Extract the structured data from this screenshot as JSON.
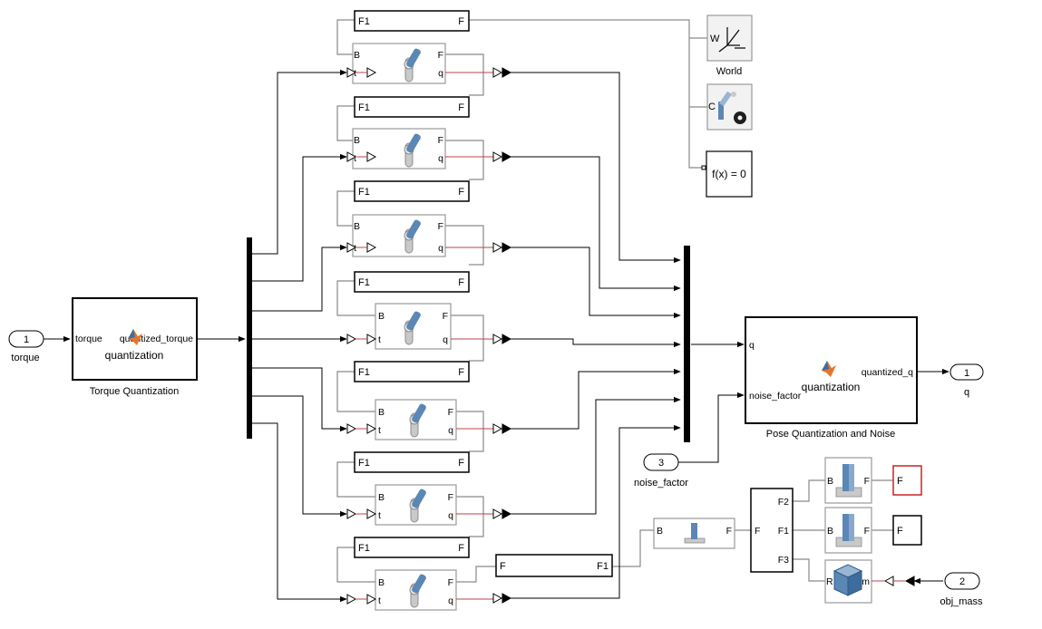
{
  "inports": [
    {
      "number": "1",
      "name": "torque"
    },
    {
      "number": "3",
      "name": "noise_factor"
    },
    {
      "number": "2",
      "name": "obj_mass"
    }
  ],
  "outports": [
    {
      "number": "1",
      "name": "q"
    }
  ],
  "torque_quantization": {
    "block_name": "Torque Quantization",
    "function_name": "quantization",
    "input_port": "torque",
    "output_port": "quantized_torque"
  },
  "pose_quantization": {
    "block_name": "Pose Quantization and Noise",
    "function_name": "quantization",
    "input_q": "q",
    "input_noise": "noise_factor",
    "output_port": "quantized_q"
  },
  "world_block": {
    "name": "World",
    "icon_letter": "W"
  },
  "config_block": {
    "port_letter": "C"
  },
  "solver_block": {
    "text": "f(x) = 0"
  },
  "frame_blocks": [
    {
      "left": "F1",
      "right": "F"
    },
    {
      "left": "F1",
      "right": "F"
    },
    {
      "left": "F1",
      "right": "F"
    },
    {
      "left": "F1",
      "right": "F"
    },
    {
      "left": "F1",
      "right": "F"
    },
    {
      "left": "F1",
      "right": "F"
    },
    {
      "left": "F1",
      "right": "F"
    }
  ],
  "joint_blocks": [
    {
      "base": "B",
      "follower": "F",
      "torque": "t",
      "position": "q"
    },
    {
      "base": "B",
      "follower": "F",
      "torque": "t",
      "position": "q"
    },
    {
      "base": "B",
      "follower": "F",
      "torque": "t",
      "position": "q"
    },
    {
      "base": "B",
      "follower": "F",
      "torque": "t",
      "position": "q"
    },
    {
      "base": "B",
      "follower": "F",
      "torque": "t",
      "position": "q"
    },
    {
      "base": "B",
      "follower": "F",
      "torque": "t",
      "position": "q"
    },
    {
      "base": "B",
      "follower": "F",
      "torque": "t",
      "position": "q"
    }
  ],
  "gripper_frame": {
    "left": "F",
    "right": "F1"
  },
  "weld_block": {
    "base": "B",
    "follower": "F"
  },
  "split_block": {
    "input": "F",
    "outputs": [
      "F2",
      "F1",
      "F3"
    ]
  },
  "finger_solids": [
    {
      "left": "B",
      "right": "F",
      "term": "F"
    },
    {
      "left": "B",
      "right": "F",
      "term": "F"
    }
  ],
  "mass_block": {
    "left": "R",
    "right": "m"
  }
}
